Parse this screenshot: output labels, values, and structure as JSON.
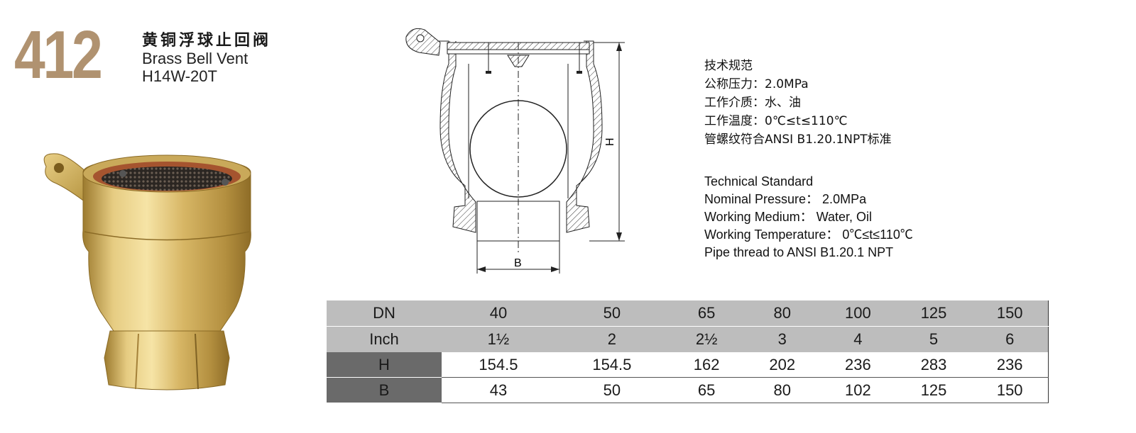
{
  "header": {
    "model_number": "412",
    "title_cn": "黄铜浮球止回阀",
    "title_en": "Brass Bell Vent",
    "model_code": "H14W-20T"
  },
  "drawing": {
    "label_h": "H",
    "label_b": "B"
  },
  "spec_cn": {
    "heading": "技术规范",
    "pressure": "公称压力：2.0MPa",
    "medium": "工作介质：水、油",
    "temperature": "工作温度：0℃≤t≤110℃",
    "thread": "管螺纹符合ANSI B1.20.1NPT标准"
  },
  "spec_en": {
    "heading": "Technical Standard",
    "pressure": "Nominal Pressure： 2.0MPa",
    "medium": "Working Medium： Water, Oil",
    "temperature": "Working Temperature： 0℃≤t≤110℃",
    "thread": "Pipe thread to ANSI B1.20.1 NPT"
  },
  "table": {
    "rows": [
      {
        "label": "DN",
        "values": [
          "40",
          "50",
          "65",
          "80",
          "100",
          "125",
          "150"
        ]
      },
      {
        "label": "Inch",
        "values": [
          "1½",
          "2",
          "2½",
          "3",
          "4",
          "5",
          "6"
        ]
      },
      {
        "label": "H",
        "values": [
          "154.5",
          "154.5",
          "162",
          "202",
          "236",
          "283",
          "236"
        ]
      },
      {
        "label": "B",
        "values": [
          "43",
          "50",
          "65",
          "80",
          "102",
          "125",
          "150"
        ]
      }
    ]
  },
  "colors": {
    "brand_gold": "#b09270",
    "brass": "#d9b96b",
    "header_gray": "#bdbdbd",
    "label_dark": "#6a6a6a"
  }
}
